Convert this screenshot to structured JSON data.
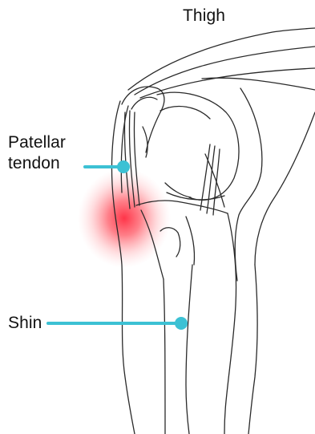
{
  "labels": {
    "thigh": "Thigh",
    "patellar_line1": "Patellar",
    "patellar_line2": "tendon",
    "shin": "Shin"
  },
  "colors": {
    "pointer": "#3cc1d4",
    "pain_glow": "#ff3b4a",
    "outline": "#2a2a2a",
    "text": "#111111"
  }
}
